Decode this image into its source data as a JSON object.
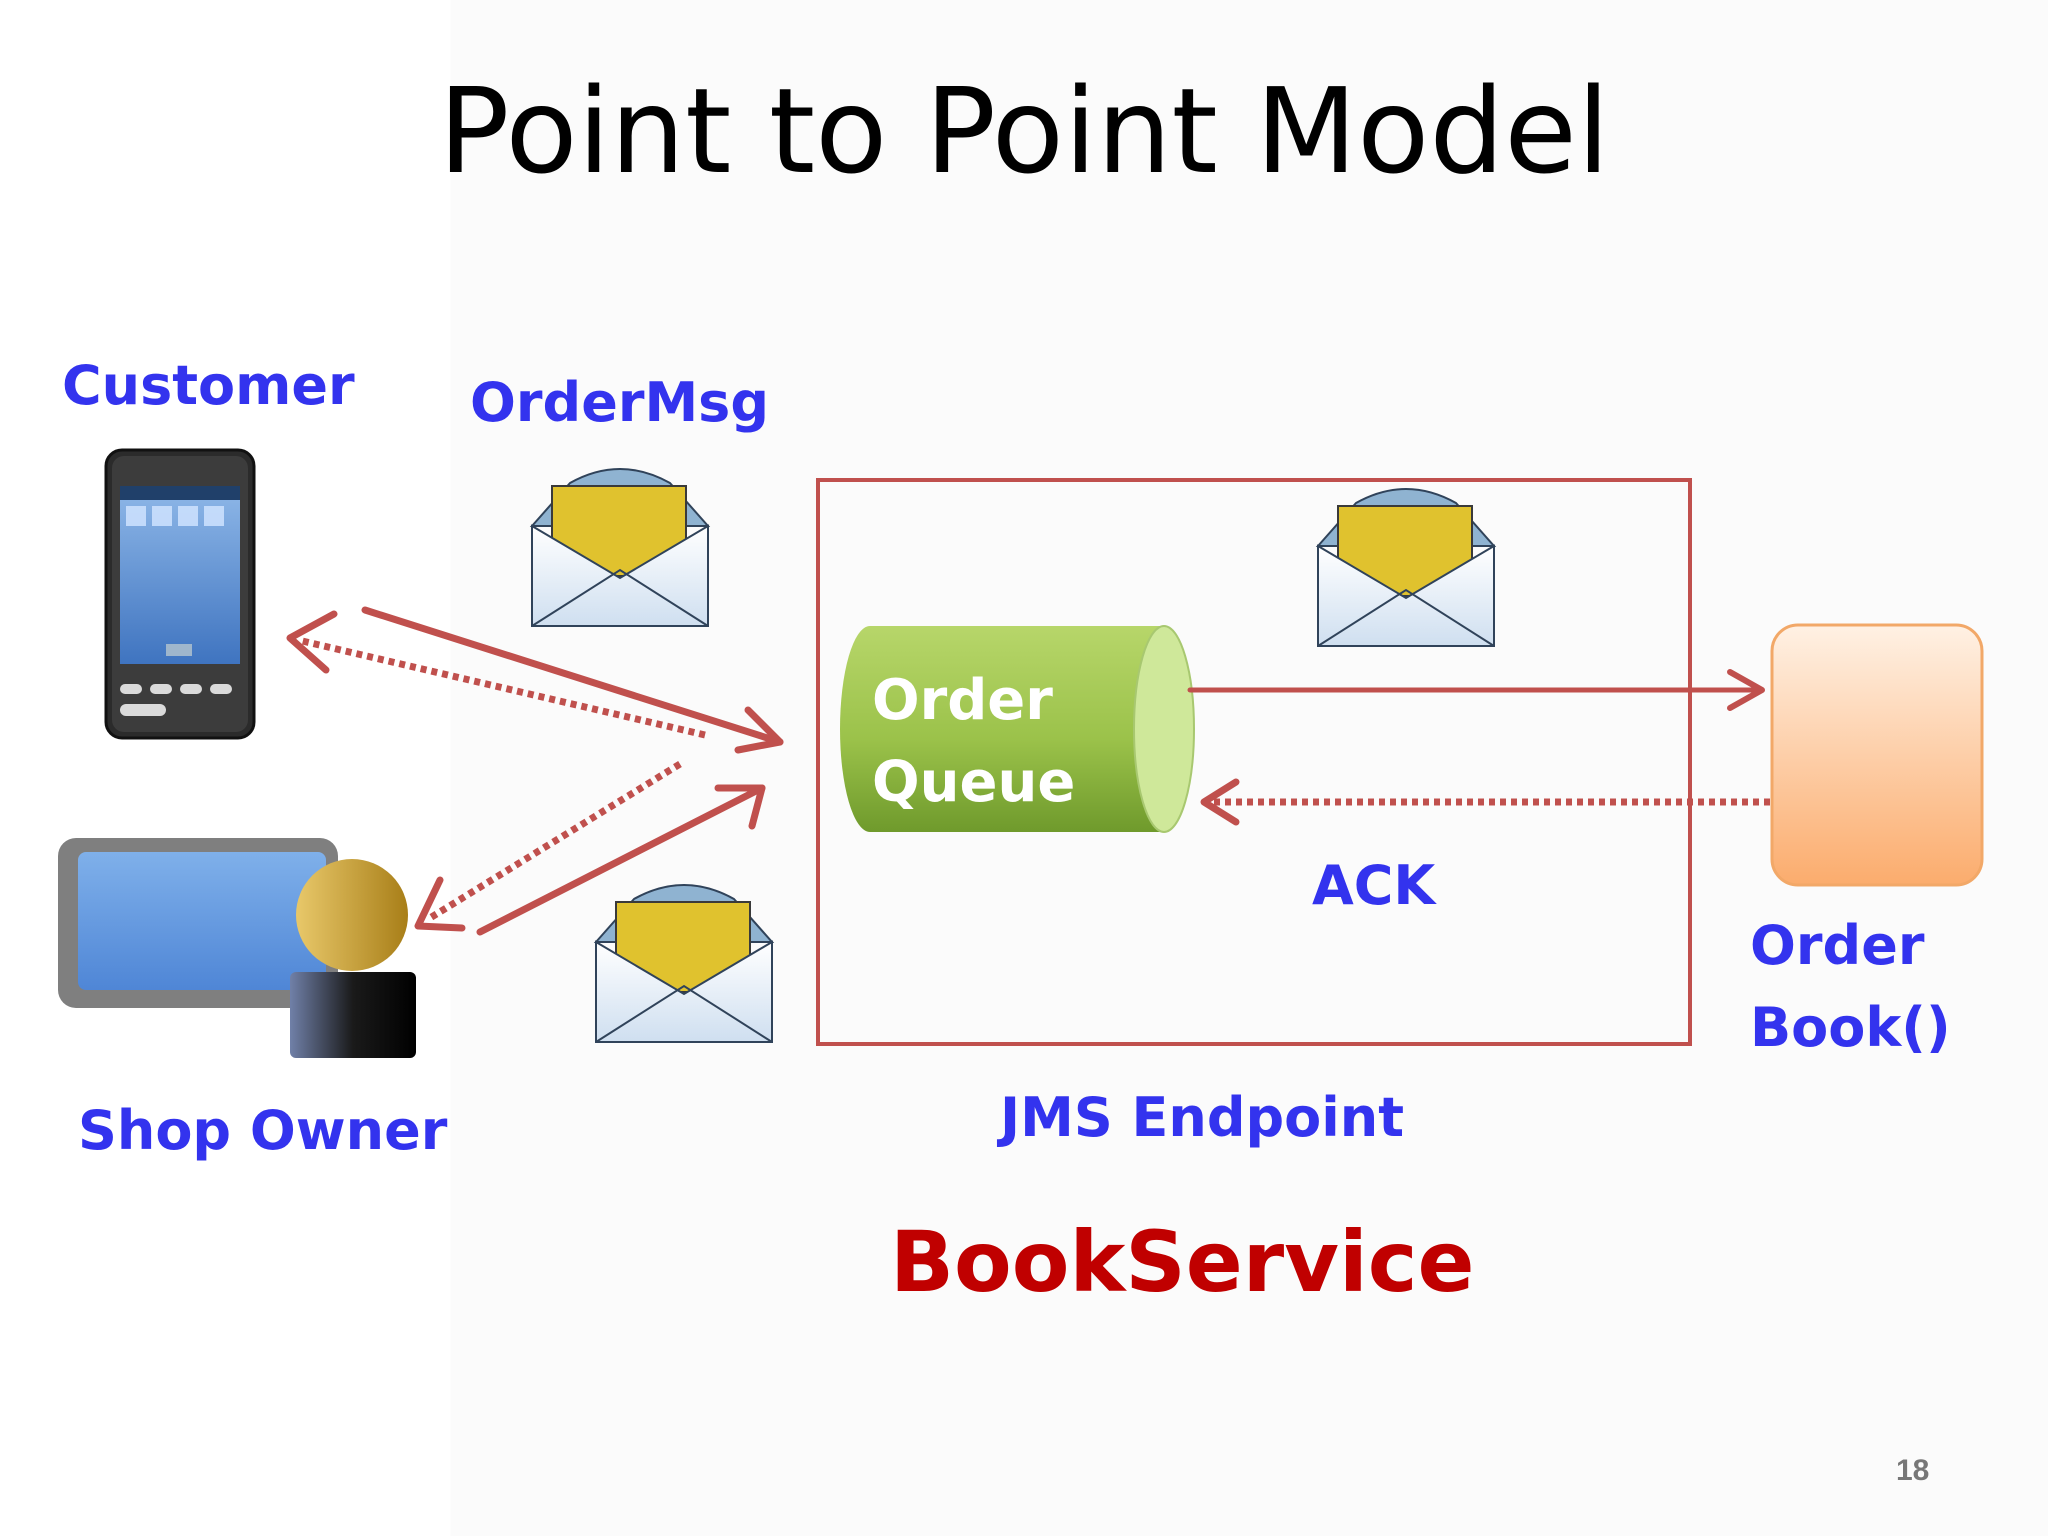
{
  "slide": {
    "title": "Point to Point Model",
    "page_number": "18"
  },
  "labels": {
    "customer": "Customer",
    "order_msg": "OrderMsg",
    "shop_owner": "Shop Owner",
    "queue_line1": "Order",
    "queue_line2": "Queue",
    "ack": "ACK",
    "order_book_line1": "Order",
    "order_book_line2": "Book()",
    "jms_endpoint": "JMS Endpoint",
    "book_service": "BookService"
  },
  "colors": {
    "label_blue": "#3333ee",
    "arrow_red": "#c0504d",
    "book_service_red": "#c00000",
    "queue_green": "#9bbb59",
    "order_book_orange": "#fbbf8a",
    "envelope_yellow": "#e0c22e"
  },
  "icons": {
    "customer_device": "mobile-phone-icon",
    "shop_owner_device": "user-at-monitor-icon",
    "message": "envelope-icon"
  }
}
